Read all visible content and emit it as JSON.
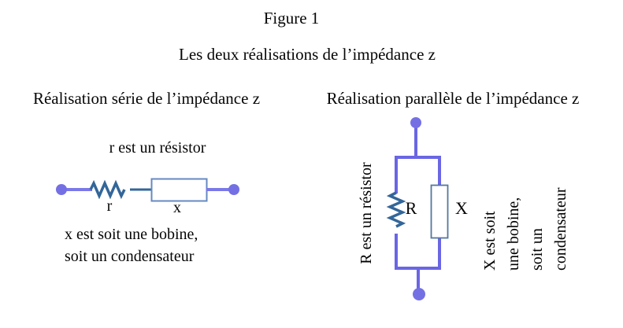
{
  "page": {
    "title": "Figure 1",
    "subtitle": "Les deux réalisations de l’impédance z"
  },
  "series": {
    "heading": "Réalisation série de l’impédance z",
    "note_top": "r est un résistor",
    "resistor_label": "r",
    "reactance_label": "x",
    "note_bottom_line1": "x est soit une bobine,",
    "note_bottom_line2": "soit un condensateur"
  },
  "parallel": {
    "heading": "Réalisation parallèle de l’impédance z",
    "resistor_note_vertical": "R est un résistor",
    "resistor_label": "R",
    "reactance_label": "X",
    "reactance_note_lines": {
      "0": "X est soit",
      "1": "une bobine,",
      "2": "soit un",
      "3": "condensateur"
    }
  },
  "colors": {
    "wire_purple": "#7b78e8",
    "loop_purple": "#6a66e4",
    "node_dot": "#7470e4",
    "resistor_blue": "#336699",
    "box_border_series": "#6589c2",
    "box_border_parallel": "#54779f",
    "box_fill": "#ffffff"
  }
}
